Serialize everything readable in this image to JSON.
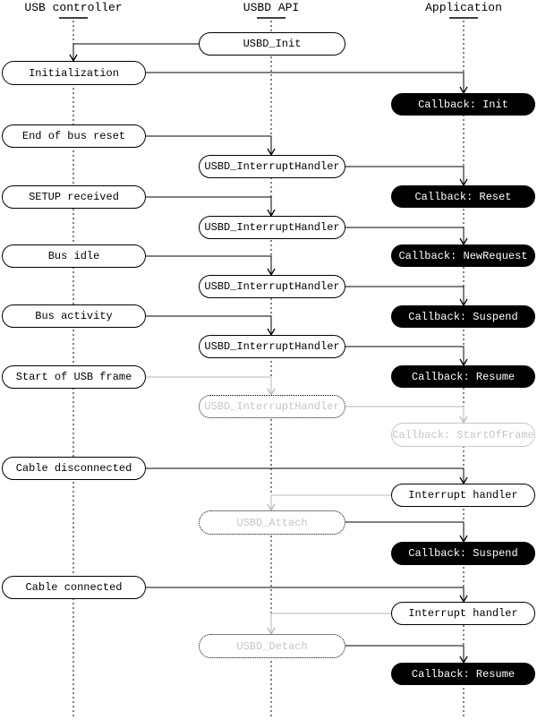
{
  "diagram": {
    "type": "sequence-flow",
    "columns": {
      "usb_controller": {
        "label": "USB controller"
      },
      "usbd_api": {
        "label": "USBD API"
      },
      "application": {
        "label": "Application"
      }
    },
    "nodes": {
      "usbd_init": {
        "label": "USBD_Init",
        "column": "usbd_api",
        "state": "active"
      },
      "initialization": {
        "label": "Initialization",
        "column": "usb_controller",
        "state": "active"
      },
      "cb_init": {
        "label": "Callback: Init",
        "column": "application",
        "state": "active"
      },
      "end_of_bus_reset": {
        "label": "End of bus reset",
        "column": "usb_controller",
        "state": "active"
      },
      "ih1": {
        "label": "USBD_InterruptHandler",
        "column": "usbd_api",
        "state": "active"
      },
      "setup_received": {
        "label": "SETUP received",
        "column": "usb_controller",
        "state": "active"
      },
      "cb_reset": {
        "label": "Callback: Reset",
        "column": "application",
        "state": "active"
      },
      "ih2": {
        "label": "USBD_InterruptHandler",
        "column": "usbd_api",
        "state": "active"
      },
      "bus_idle": {
        "label": "Bus idle",
        "column": "usb_controller",
        "state": "active"
      },
      "cb_newrequest": {
        "label": "Callback: NewRequest",
        "column": "application",
        "state": "active"
      },
      "ih3": {
        "label": "USBD_InterruptHandler",
        "column": "usbd_api",
        "state": "active"
      },
      "bus_activity": {
        "label": "Bus activity",
        "column": "usb_controller",
        "state": "active"
      },
      "cb_suspend1": {
        "label": "Callback: Suspend",
        "column": "application",
        "state": "active"
      },
      "ih4": {
        "label": "USBD_InterruptHandler",
        "column": "usbd_api",
        "state": "active"
      },
      "start_of_usb_frame": {
        "label": "Start of USB frame",
        "column": "usb_controller",
        "state": "active"
      },
      "cb_resume1": {
        "label": "Callback: Resume",
        "column": "application",
        "state": "active"
      },
      "ih5": {
        "label": "USBD_InterruptHandler",
        "column": "usbd_api",
        "state": "inactive"
      },
      "cb_startofframe": {
        "label": "Callback: StartOfFrame",
        "column": "application",
        "state": "inactive"
      },
      "cable_disconnected": {
        "label": "Cable disconnected",
        "column": "usb_controller",
        "state": "active"
      },
      "interrupt_handler1": {
        "label": "Interrupt handler",
        "column": "application",
        "state": "active"
      },
      "usbd_attach": {
        "label": "USBD_Attach",
        "column": "usbd_api",
        "state": "inactive"
      },
      "cb_suspend2": {
        "label": "Callback: Suspend",
        "column": "application",
        "state": "active"
      },
      "cable_connected": {
        "label": "Cable connected",
        "column": "usb_controller",
        "state": "active"
      },
      "interrupt_handler2": {
        "label": "Interrupt handler",
        "column": "application",
        "state": "active"
      },
      "usbd_detach": {
        "label": "USBD_Detach",
        "column": "usbd_api",
        "state": "inactive"
      },
      "cb_resume2": {
        "label": "Callback: Resume",
        "column": "application",
        "state": "active"
      }
    },
    "edges": [
      {
        "from": "usbd_init",
        "to": "initialization",
        "style": "solid-black"
      },
      {
        "from": "initialization",
        "to": "cb_init",
        "style": "solid-black"
      },
      {
        "from": "end_of_bus_reset",
        "to": "ih1",
        "style": "solid-black"
      },
      {
        "from": "ih1",
        "to": "cb_reset",
        "style": "solid-black"
      },
      {
        "from": "setup_received",
        "to": "ih2",
        "style": "solid-black"
      },
      {
        "from": "ih2",
        "to": "cb_newrequest",
        "style": "solid-black"
      },
      {
        "from": "bus_idle",
        "to": "ih3",
        "style": "solid-black"
      },
      {
        "from": "ih3",
        "to": "cb_suspend1",
        "style": "solid-black"
      },
      {
        "from": "bus_activity",
        "to": "ih4",
        "style": "solid-black"
      },
      {
        "from": "ih4",
        "to": "cb_resume1",
        "style": "solid-black"
      },
      {
        "from": "start_of_usb_frame",
        "to": "ih5",
        "style": "solid-gray"
      },
      {
        "from": "ih5",
        "to": "cb_startofframe",
        "style": "solid-gray"
      },
      {
        "from": "cable_disconnected",
        "to": "interrupt_handler1",
        "style": "solid-black"
      },
      {
        "from": "interrupt_handler1",
        "to": "usbd_attach",
        "style": "solid-gray"
      },
      {
        "from": "usbd_attach",
        "to": "cb_suspend2",
        "style": "solid-black"
      },
      {
        "from": "cable_connected",
        "to": "interrupt_handler2",
        "style": "solid-black"
      },
      {
        "from": "interrupt_handler2",
        "to": "usbd_detach",
        "style": "solid-gray"
      },
      {
        "from": "usbd_detach",
        "to": "cb_resume2",
        "style": "solid-black"
      }
    ],
    "colors": {
      "line": "#000000",
      "inactive_line": "#b8b8b8",
      "inactive_text": "#c6c6c6",
      "callback_bg": "#000000",
      "callback_text": "#ffffff",
      "background": "#ffffff"
    }
  }
}
